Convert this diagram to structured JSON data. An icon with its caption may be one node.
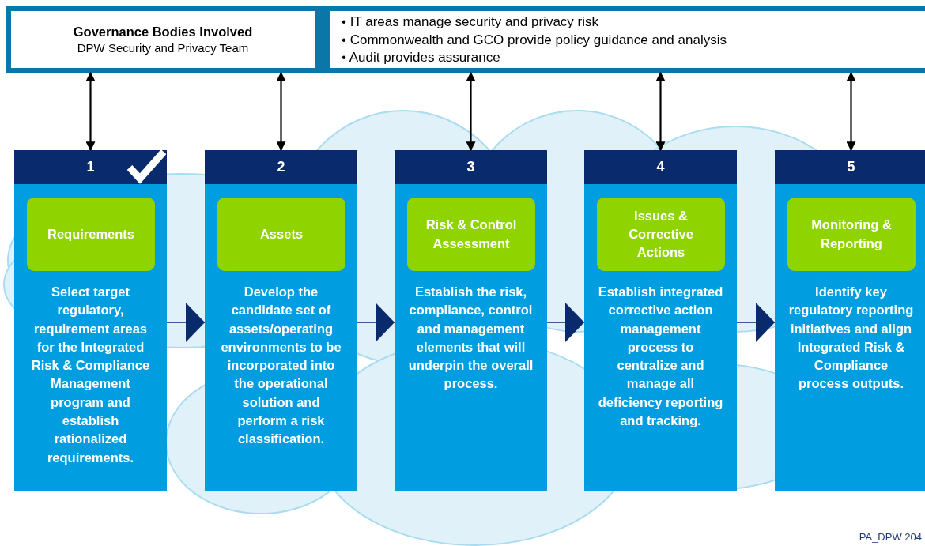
{
  "diagram": {
    "nodes": [
      {
        "text": [],
        "shape": "box"
      },
      {
        "text": [
          "Governance Bodies Involved",
          "DPW Security and Privacy Team"
        ],
        "in": 0
      },
      {
        "text": [
          "• IT areas manage security and privacy risk",
          "• Commonwealth and GCO provide policy guidance and analysis",
          "• Audit provides assurance"
        ],
        "in": 0
      },
      {
        "text": [
          "1",
          "Select target regulatory, requirement areas for the Integrated Risk & Compliance Management program and establish rationalized requirements."
        ]
      },
      {
        "text": [
          "Requirements"
        ],
        "in": 3
      },
      {
        "text": [
          "2",
          "Develop the candidate set of assets/operating environments to be incorporated into the operational solution and perform a risk classification."
        ]
      },
      {
        "text": [
          "Assets"
        ],
        "in": 5
      },
      {
        "text": [
          "3",
          "Establish the risk, compliance, control and management elements that will underpin the overall process."
        ]
      },
      {
        "text": [
          "Risk & Control Assessment"
        ],
        "in": 7
      },
      {
        "text": [
          "4",
          "Establish integrated corrective action management process to centralize and manage all deficiency reporting and tracking."
        ]
      },
      {
        "text": [
          "Issues & Corrective Actions"
        ],
        "in": 9
      },
      {
        "text": [
          "5",
          "Identify key regulatory reporting initiatives and align  Integrated Risk & Compliance process outputs."
        ]
      },
      {
        "text": [
          "Monitoring & Reporting"
        ],
        "in": 11
      }
    ],
    "edges": [
      {
        "from": 1,
        "to": 3,
        "arrow": "both"
      },
      {
        "from": 1,
        "to": 5,
        "arrow": "both"
      },
      {
        "from": 2,
        "to": 7,
        "arrow": "both"
      },
      {
        "from": 2,
        "to": 9,
        "arrow": "both"
      },
      {
        "from": 2,
        "to": 11,
        "arrow": "both"
      },
      {
        "from": 3,
        "to": 5,
        "arrow": "to",
        "color": "#0a2a6e"
      },
      {
        "from": 5,
        "to": 7,
        "arrow": "to",
        "color": "#0a2a6e"
      },
      {
        "from": 7,
        "to": 9,
        "arrow": "to",
        "color": "#0a2a6e"
      },
      {
        "from": 9,
        "to": 11,
        "arrow": "to",
        "color": "#0a2a6e"
      }
    ],
    "labels": [
      "PA_DPW 204"
    ]
  }
}
